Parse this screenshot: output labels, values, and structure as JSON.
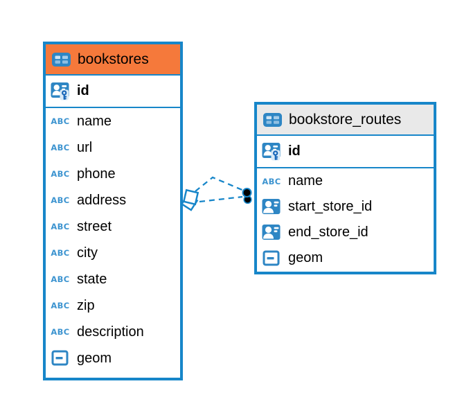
{
  "diagram": {
    "title": "er-diagram",
    "tables": [
      {
        "name": "bookstores",
        "header_color": "#f5793b",
        "id_row": {
          "label": "id"
        },
        "columns": [
          {
            "name": "name",
            "type": "text"
          },
          {
            "name": "url",
            "type": "text"
          },
          {
            "name": "phone",
            "type": "text"
          },
          {
            "name": "address",
            "type": "text"
          },
          {
            "name": "street",
            "type": "text"
          },
          {
            "name": "city",
            "type": "text"
          },
          {
            "name": "state",
            "type": "text"
          },
          {
            "name": "zip",
            "type": "text"
          },
          {
            "name": "description",
            "type": "text"
          },
          {
            "name": "geom",
            "type": "object"
          }
        ]
      },
      {
        "name": "bookstore_routes",
        "header_color": "#e9e9e9",
        "id_row": {
          "label": "id"
        },
        "columns": [
          {
            "name": "name",
            "type": "text"
          },
          {
            "name": "start_store_id",
            "type": "reference"
          },
          {
            "name": "end_store_id",
            "type": "reference"
          },
          {
            "name": "geom",
            "type": "object"
          }
        ]
      }
    ],
    "relations": [
      {
        "parent_table": "bookstores",
        "child_table": "bookstore_routes",
        "style": "dashed",
        "parent_marker": "diamond",
        "child_marker": "filled-circle"
      },
      {
        "parent_table": "bookstores",
        "child_table": "bookstore_routes",
        "style": "dashed",
        "parent_marker": "diamond",
        "child_marker": "filled-circle"
      }
    ],
    "icons": {
      "text_type_label": "ABC"
    },
    "colors": {
      "table_border": "#1786c9",
      "bookstores_header": "#f5793b",
      "routes_header": "#e9e9e9",
      "relation_line": "#1786c9",
      "icon_blue": "#2e86c4",
      "text": "#000000",
      "background": "#ffffff"
    }
  }
}
